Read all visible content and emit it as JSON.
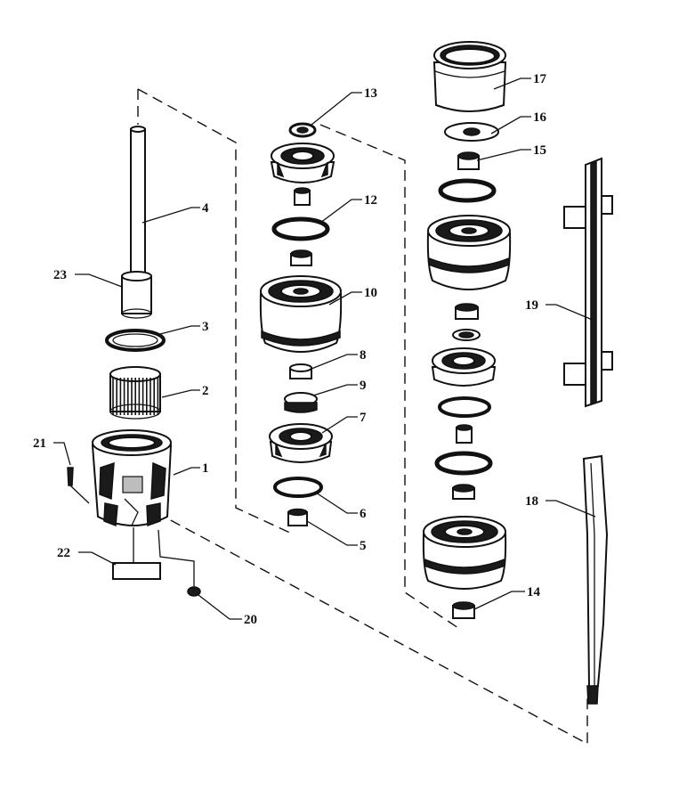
{
  "parts": [
    {
      "id": "p1",
      "label": "1"
    },
    {
      "id": "p2",
      "label": "2"
    },
    {
      "id": "p3",
      "label": "3"
    },
    {
      "id": "p4",
      "label": "4"
    },
    {
      "id": "p5",
      "label": "5"
    },
    {
      "id": "p6",
      "label": "6"
    },
    {
      "id": "p7",
      "label": "7"
    },
    {
      "id": "p8",
      "label": "8"
    },
    {
      "id": "p9",
      "label": "9"
    },
    {
      "id": "p10",
      "label": "10"
    },
    {
      "id": "p12",
      "label": "12"
    },
    {
      "id": "p13",
      "label": "13"
    },
    {
      "id": "p14",
      "label": "14"
    },
    {
      "id": "p15",
      "label": "15"
    },
    {
      "id": "p16",
      "label": "16"
    },
    {
      "id": "p17",
      "label": "17"
    },
    {
      "id": "p18",
      "label": "18"
    },
    {
      "id": "p19",
      "label": "19"
    },
    {
      "id": "p20",
      "label": "20"
    },
    {
      "id": "p21",
      "label": "21"
    },
    {
      "id": "p22",
      "label": "22"
    },
    {
      "id": "p23",
      "label": "23"
    }
  ],
  "colors": {
    "ink": "#111111",
    "paper": "#ffffff"
  }
}
